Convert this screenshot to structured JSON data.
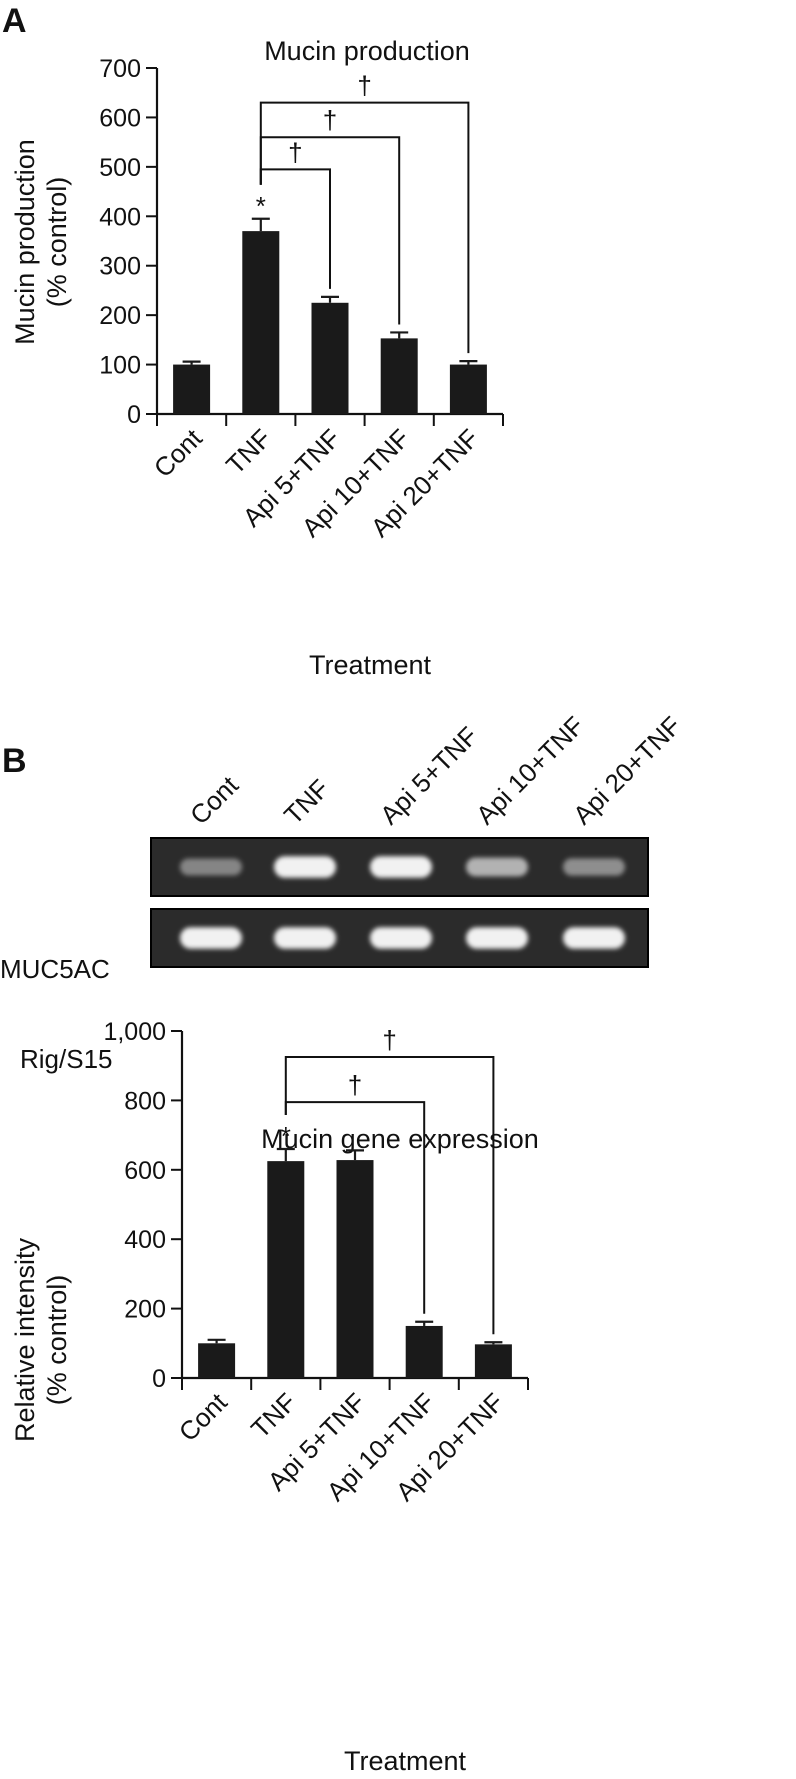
{
  "figure": {
    "colors": {
      "bar": "#1a1a1a",
      "axis": "#111111",
      "gel_bg": "#2b2b2b",
      "band": "#f2f2f2"
    }
  },
  "panel_a": {
    "letter": "A",
    "chart_data": {
      "type": "bar",
      "title": "Mucin production",
      "xlabel": "Treatment",
      "ylabel_line1": "Mucin production",
      "ylabel_line2": "(% control)",
      "categories": [
        "Cont",
        "TNF",
        "Api 5+TNF",
        "Api 10+TNF",
        "Api 20+TNF"
      ],
      "values": [
        100,
        370,
        225,
        153,
        100
      ],
      "errors": [
        6,
        25,
        12,
        12,
        7
      ],
      "ylim": [
        0,
        700
      ],
      "yticks": [
        0,
        100,
        200,
        300,
        400,
        500,
        600,
        700
      ],
      "ytick_labels": [
        "0",
        "100",
        "200",
        "300",
        "400",
        "500",
        "600",
        "700"
      ],
      "star": {
        "category": 1,
        "symbol": "*"
      },
      "comparisons": [
        {
          "from": 1,
          "to": 2,
          "y": 495,
          "symbol": "†"
        },
        {
          "from": 1,
          "to": 3,
          "y": 560,
          "symbol": "†"
        },
        {
          "from": 1,
          "to": 4,
          "y": 630,
          "symbol": "†"
        }
      ],
      "grid": false
    }
  },
  "panel_b": {
    "letter": "B",
    "gel": {
      "lanes": [
        "Cont",
        "TNF",
        "Api 5+TNF",
        "Api 10+TNF",
        "Api 20+TNF"
      ],
      "rows": [
        {
          "label": "MUC5AC",
          "intensities": [
            0.35,
            0.95,
            0.95,
            0.6,
            0.4
          ]
        },
        {
          "label": "Rig/S15",
          "intensities": [
            0.95,
            0.95,
            0.95,
            0.95,
            0.95
          ]
        }
      ]
    },
    "chart_data": {
      "type": "bar",
      "title": "Mucin gene expression",
      "xlabel": "Treatment",
      "ylabel_line1": "Relative intensity",
      "ylabel_line2": "(% control)",
      "categories": [
        "Cont",
        "TNF",
        "Api 5+TNF",
        "Api 10+TNF",
        "Api 20+TNF"
      ],
      "values": [
        100,
        625,
        628,
        150,
        97
      ],
      "errors": [
        10,
        35,
        28,
        12,
        6
      ],
      "ylim": [
        0,
        1000
      ],
      "yticks": [
        0,
        200,
        400,
        600,
        800,
        1000
      ],
      "ytick_labels": [
        "0",
        "200",
        "400",
        "600",
        "800",
        "1,000"
      ],
      "star": {
        "category": 1,
        "symbol": "*"
      },
      "comparisons": [
        {
          "from": 1,
          "to": 3,
          "y": 795,
          "symbol": "†"
        },
        {
          "from": 1,
          "to": 4,
          "y": 925,
          "symbol": "†"
        }
      ],
      "grid": false
    }
  }
}
